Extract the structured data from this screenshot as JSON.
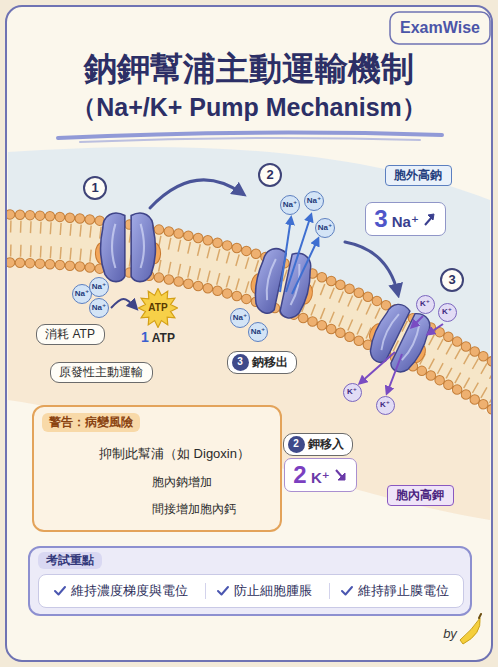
{
  "diagram": {
    "title": "鈉鉀幫浦主動運輸機制 （Na+/K+ Pump Mechanism）",
    "nodes": [
      {
        "text": [
          "1"
        ]
      },
      {
        "text": [
          "2"
        ]
      },
      {
        "text": [
          "胞外高鈉"
        ]
      },
      {
        "text": [
          "3 Na⁺"
        ]
      },
      {
        "text": [
          "Na⁺"
        ]
      },
      {
        "text": [
          "Na⁺"
        ]
      },
      {
        "text": [
          "Na⁺"
        ]
      },
      {
        "text": [
          "3"
        ]
      },
      {
        "text": [
          "Na⁺"
        ]
      },
      {
        "text": [
          "Na⁺"
        ]
      },
      {
        "text": [
          "Na⁺"
        ]
      },
      {
        "text": [
          "ATP"
        ]
      },
      {
        "text": [
          "Na⁺"
        ]
      },
      {
        "text": [
          "Na⁺"
        ]
      },
      {
        "text": [
          "消耗 ATP"
        ]
      },
      {
        "text": [
          "K⁺"
        ]
      },
      {
        "text": [
          "K⁺"
        ]
      },
      {
        "text": [
          "鈉移出"
        ]
      },
      {
        "text": [
          "3"
        ],
        "in": 17
      },
      {
        "text": [
          "原發性主動運輸"
        ]
      },
      {
        "text": [
          "警告：病變風險",
          "抑制此幫浦（如 Digoxin）",
          "胞內鈉增加",
          "間接增加胞內鈣"
        ]
      },
      {
        "text": [
          "K⁺"
        ]
      },
      {
        "text": [
          "K⁺"
        ]
      },
      {
        "text": [
          "鉀移入"
        ]
      },
      {
        "text": [
          "2"
        ],
        "in": 23
      },
      {
        "text": [
          "2 K⁺"
        ]
      },
      {
        "text": [
          "胞內高鉀"
        ]
      },
      {
        "text": [
          "考試重點"
        ]
      },
      {
        "text": [
          "維持濃度梯度與電位",
          "防止細胞腫脹",
          "維持靜止膜電位"
        ],
        "in": 27
      }
    ],
    "edges": [
      {
        "from": 10,
        "to": 11,
        "arrow": "to"
      }
    ],
    "labels": [
      "ExamWise",
      "1 ATP",
      "by"
    ]
  }
}
